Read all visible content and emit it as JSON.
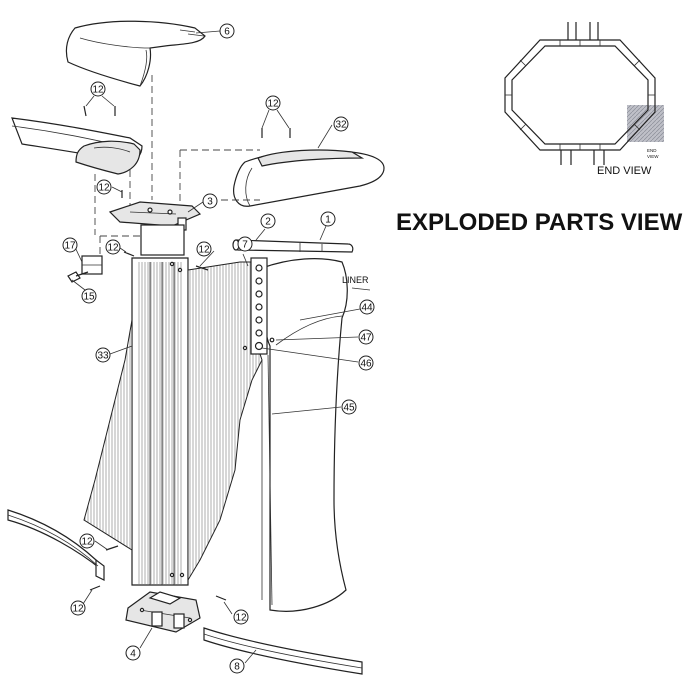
{
  "title": "EXPLODED PARTS VIEW",
  "end_view": {
    "label": "END VIEW",
    "small_label_1": "END",
    "small_label_2": "VIEW"
  },
  "labels": {
    "liner": "LINER"
  },
  "callouts": {
    "c6": "6",
    "c12a": "12",
    "c12b": "12",
    "c12c": "12",
    "c12d": "12",
    "c12e": "12",
    "c12f": "12",
    "c12g": "12",
    "c12h": "12",
    "c32": "32",
    "c3": "3",
    "c2": "2",
    "c1": "1",
    "c17": "17",
    "c15": "15",
    "c7": "7",
    "c44": "44",
    "c47": "47",
    "c46": "46",
    "c33": "33",
    "c45": "45",
    "c4": "4",
    "c8": "8"
  },
  "colors": {
    "line": "#222222",
    "shade": "#e6e6e6",
    "end_view_highlight": "#c8c8d0"
  }
}
